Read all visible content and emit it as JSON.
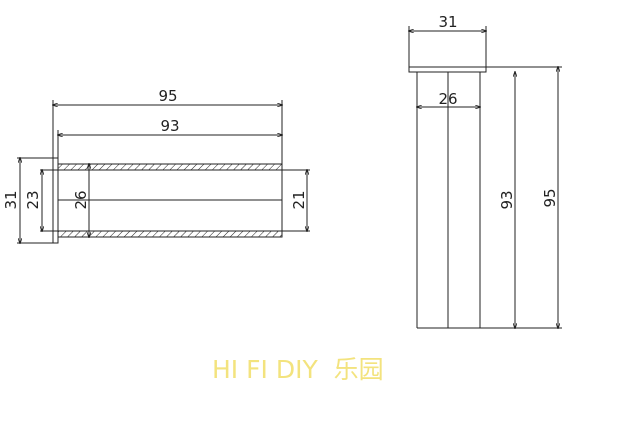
{
  "side_view": {
    "dims": {
      "overall_length": "95",
      "tube_length": "93",
      "flange_diameter": "31",
      "inner_diameter_flange": "23",
      "outer_diameter": "26",
      "inner_diameter": "21"
    }
  },
  "end_view": {
    "dims": {
      "flange_diameter": "31",
      "outer_diameter": "26",
      "tube_length": "93",
      "overall_length": "95"
    }
  },
  "watermark": "HI FI DIY  乐园",
  "colors": {
    "line": "#222222",
    "watermark": "#f3e37e"
  }
}
